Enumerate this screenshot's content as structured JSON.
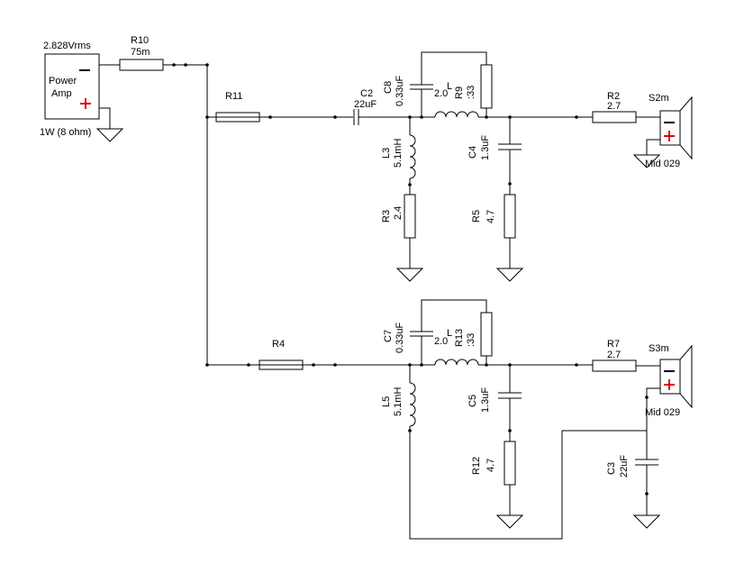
{
  "source": {
    "voltage": "2.828Vrms",
    "name_line1": "Power",
    "name_line2": "Amp",
    "power": "1W (8 ohm)",
    "minus": "−",
    "plus": "+"
  },
  "components": {
    "R10": {
      "ref": "R10",
      "value": "75m"
    },
    "R11": {
      "ref": "R11"
    },
    "R4": {
      "ref": "R4"
    },
    "C2": {
      "ref": "C2",
      "value": "22uF"
    },
    "C8": {
      "ref": "C8",
      "value": "0.33uF"
    },
    "L1": {
      "ref": "L",
      "value": "2.0"
    },
    "R9": {
      "ref": "R9",
      "value": ":33"
    },
    "L3": {
      "ref": "L3",
      "value": "5.1mH"
    },
    "R3": {
      "ref": "R3",
      "value": "2.4"
    },
    "C4": {
      "ref": "C4",
      "value": "1.3uF"
    },
    "R5": {
      "ref": "R5",
      "value": "4.7"
    },
    "R2": {
      "ref": "R2",
      "value": "2.7"
    },
    "C7": {
      "ref": "C7",
      "value": "0.33uF"
    },
    "L2": {
      "ref": "L",
      "value": "2.0"
    },
    "R13": {
      "ref": "R13",
      "value": ":33"
    },
    "L5": {
      "ref": "L5",
      "value": "5.1mH"
    },
    "C5": {
      "ref": "C5",
      "value": "1.3uF"
    },
    "R12": {
      "ref": "R12",
      "value": "4.7"
    },
    "R7": {
      "ref": "R7",
      "value": "2.7"
    },
    "C3": {
      "ref": "C3",
      "value": "22uF"
    }
  },
  "speakers": {
    "S2m": {
      "ref": "S2m",
      "model": "Mid 029",
      "minus": "−",
      "plus": "+"
    },
    "S3m": {
      "ref": "S3m",
      "model": "Mid 029",
      "minus": "−",
      "plus": "+"
    }
  }
}
